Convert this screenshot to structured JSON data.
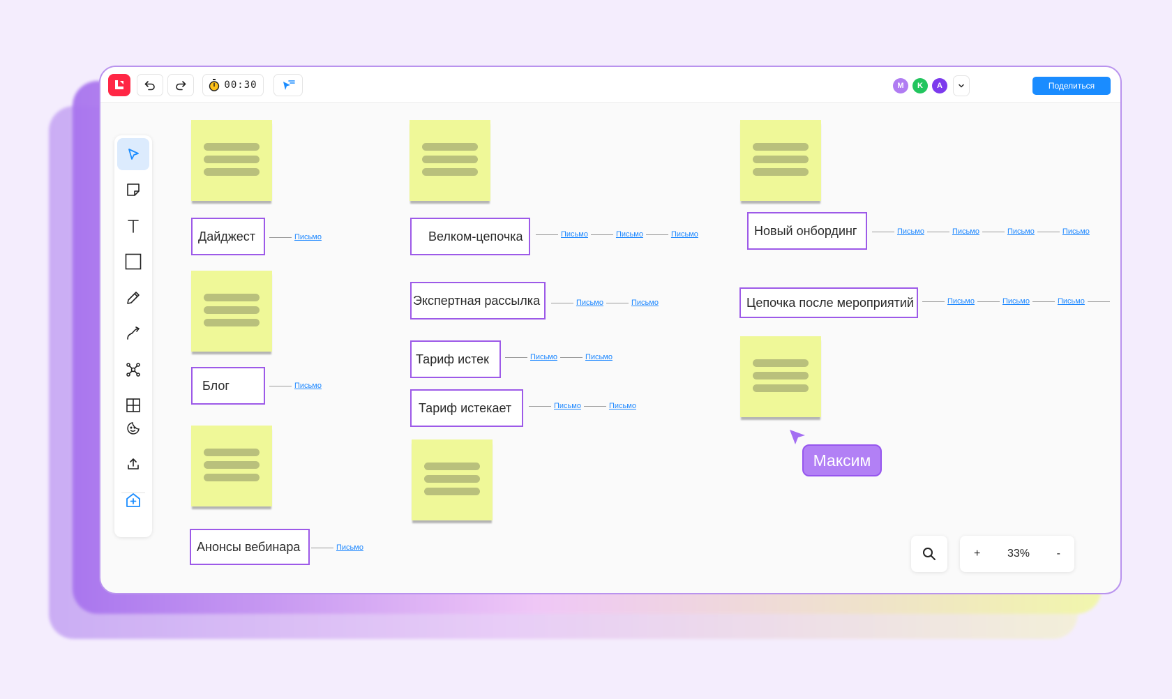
{
  "topbar": {
    "timer": "00:30",
    "avatars": [
      {
        "letter": "M",
        "color": "#b07cf2"
      },
      {
        "letter": "K",
        "color": "#22c55e"
      },
      {
        "letter": "A",
        "color": "#7c3aed"
      }
    ],
    "share_label": "Поделиться"
  },
  "colors": {
    "accent": "#9d5ae8",
    "link": "#1e88ff",
    "sticky": "#eff898",
    "logo": "#ff2745"
  },
  "toolbar": {
    "tools": [
      "select-icon",
      "sticky-note-icon",
      "text-icon",
      "rectangle-icon",
      "pencil-icon",
      "connector-icon",
      "mindmap-icon",
      "table-icon",
      "sticker-icon",
      "upload-icon",
      "add-board-icon"
    ]
  },
  "link_label": "Письмо",
  "boxes": [
    {
      "label": "Дайджест",
      "links": 1
    },
    {
      "label": "Блог",
      "links": 1
    },
    {
      "label": "Анонсы вебинара",
      "links": 1
    },
    {
      "label": "Велком-цепочка",
      "links": 3
    },
    {
      "label": "Экспертная рассылка",
      "links": 2
    },
    {
      "label": "Тариф истек",
      "links": 2
    },
    {
      "label": "Тариф истекает",
      "links": 2
    },
    {
      "label": "Новый онбординг",
      "links": 4
    },
    {
      "label": "Цепочка после мероприятий",
      "links": 3
    }
  ],
  "cursor": {
    "name": "Максим",
    "color": "#b280f5"
  },
  "zoom": {
    "plus": "+",
    "value": "33%",
    "minus": "-"
  }
}
